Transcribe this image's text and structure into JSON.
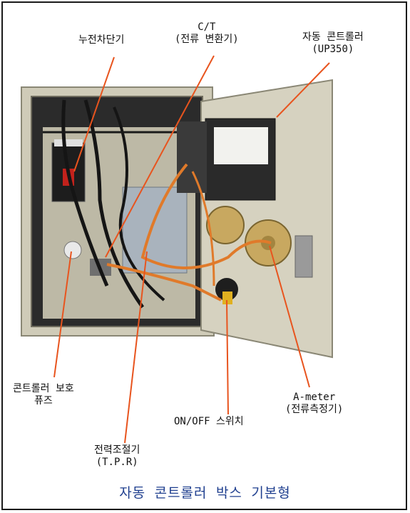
{
  "labels": {
    "breaker": "누전차단기",
    "ct_line1": "C/T",
    "ct_line2": "(전류 변환기)",
    "controller_line1": "자동 콘트롤러",
    "controller_line2": "(UP350)",
    "fuse_line1": "콘트롤러 보호",
    "fuse_line2": "퓨즈",
    "tpr_line1": "전력조절기",
    "tpr_line2": "(T.P.R)",
    "switch": "ON/OFF 스위치",
    "ameter_line1": "A-meter",
    "ameter_line2": "(전류측정기)"
  },
  "caption": "자동 콘트롤러 박스 기본형",
  "colors": {
    "leader": "#e8541e",
    "caption": "#1f3f8f",
    "cabinet": "#cfcbb8",
    "door": "#d6d2c0"
  }
}
